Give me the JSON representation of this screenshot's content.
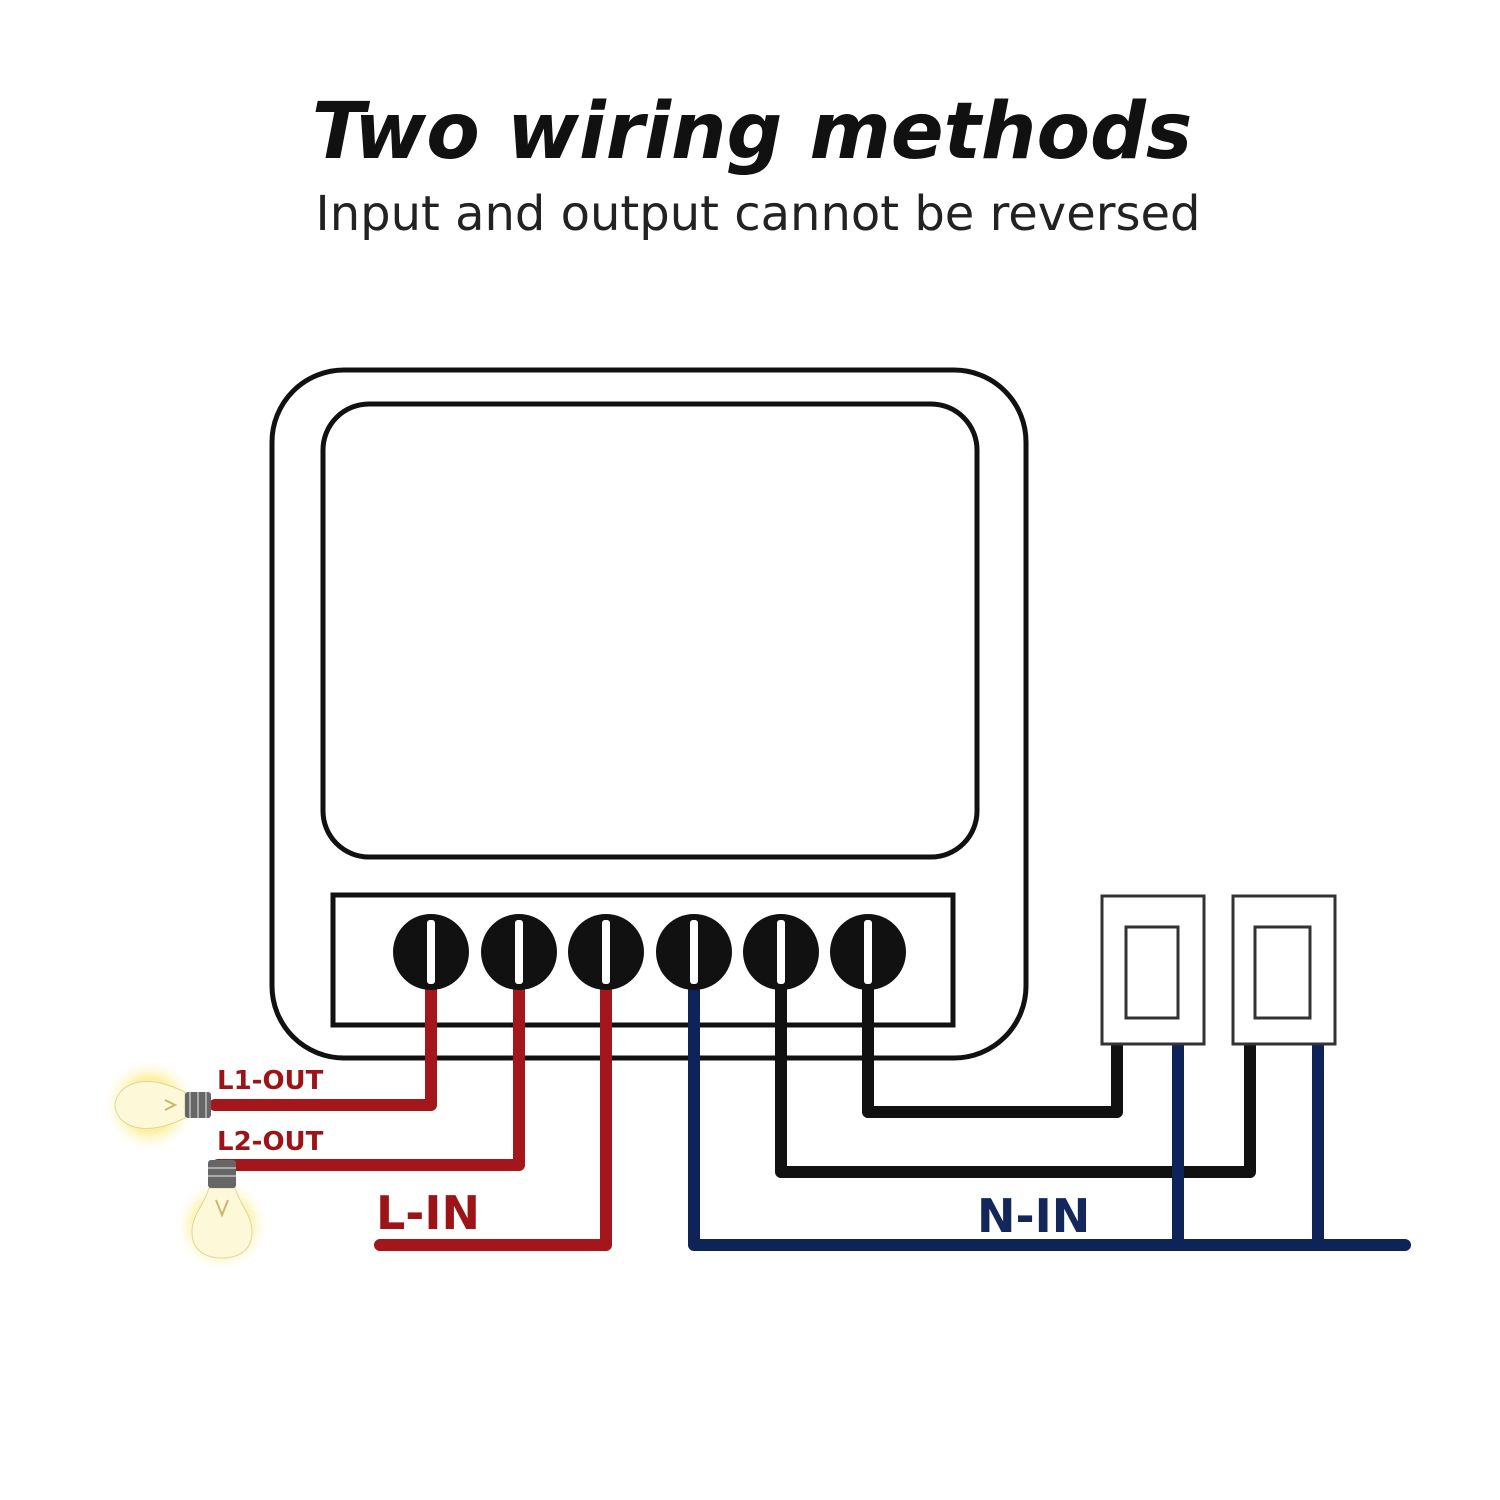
{
  "header": {
    "title": "Two wiring methods",
    "subtitle": "Input and output cannot be reversed"
  },
  "labels": {
    "l1_out": "L1-OUT",
    "l2_out": "L2-OUT",
    "l_in": "L-IN",
    "n_in": "N-IN"
  },
  "colors": {
    "live": "#a3161b",
    "neutral": "#0e2458",
    "switch_wire": "#111111",
    "outline": "#111111",
    "bulb_glow": "#f7e65a"
  },
  "icons": {
    "bulb": "light-bulb-icon",
    "switch": "wall-switch-icon",
    "terminal": "screw-terminal-icon"
  }
}
